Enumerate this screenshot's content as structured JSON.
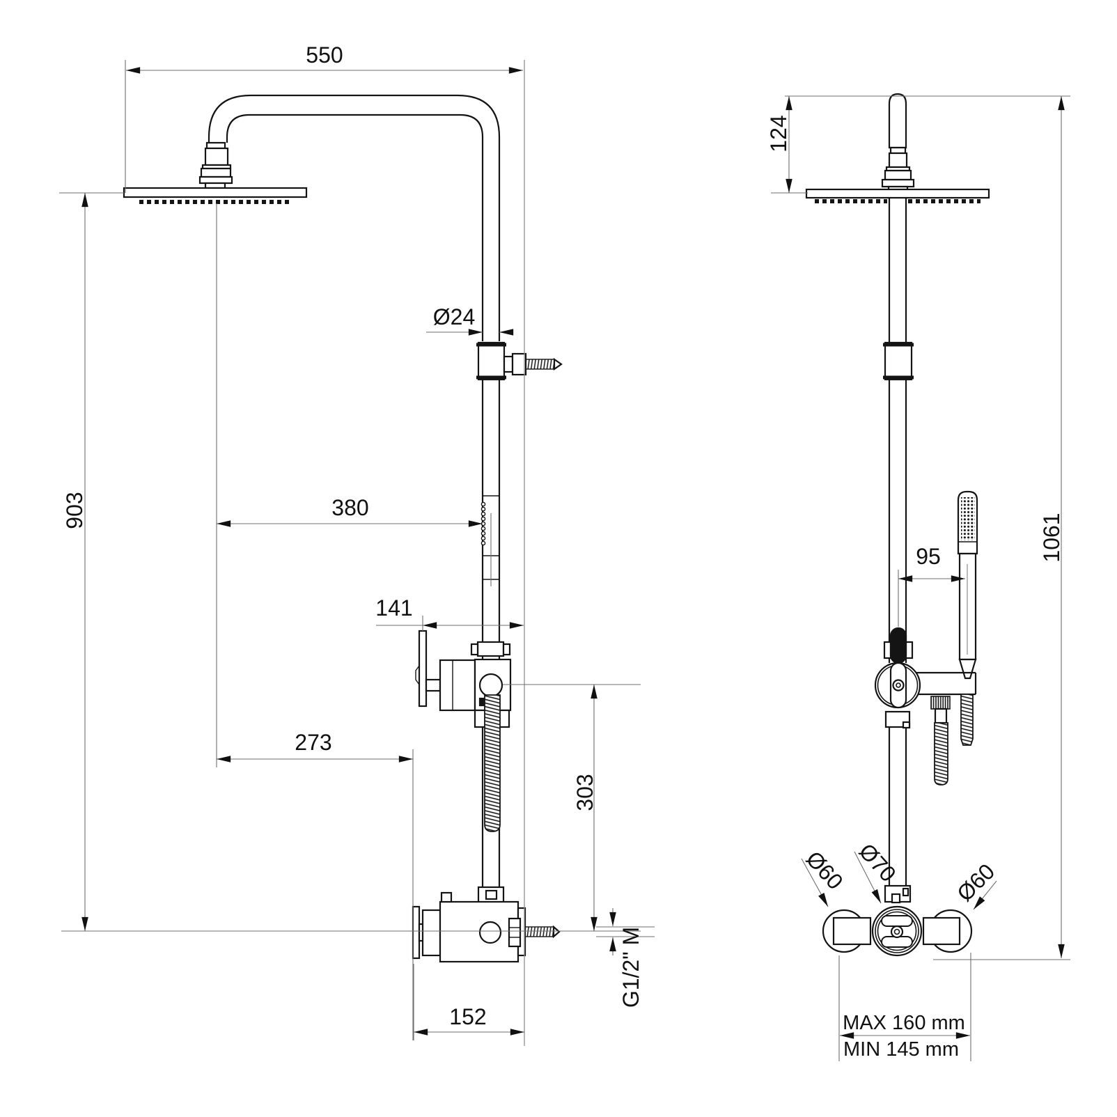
{
  "meta": {
    "drawing_type": "technical dimension drawing",
    "subject": "shower column with overhead shower, hand shower and exposed mixer",
    "views": {
      "left": "side view",
      "right": "front view"
    },
    "units": "mm"
  },
  "colors": {
    "background": "#ffffff",
    "part_line": "#141414",
    "dimension_line": "#6e6e6e",
    "text": "#111111"
  },
  "dims": {
    "d550": "550",
    "d903": "903",
    "d24": "Ø24",
    "d380": "380",
    "d141": "141",
    "d273": "273",
    "d303": "303",
    "d152": "152",
    "dg12": "G1/2\" M",
    "d124": "124",
    "d1061": "1061",
    "d95": "95",
    "d60_left": "Ø60",
    "d70": "Ø70",
    "d60_right": "Ø60",
    "dmax": "MAX 160 mm",
    "dmin": "MIN 145 mm"
  }
}
